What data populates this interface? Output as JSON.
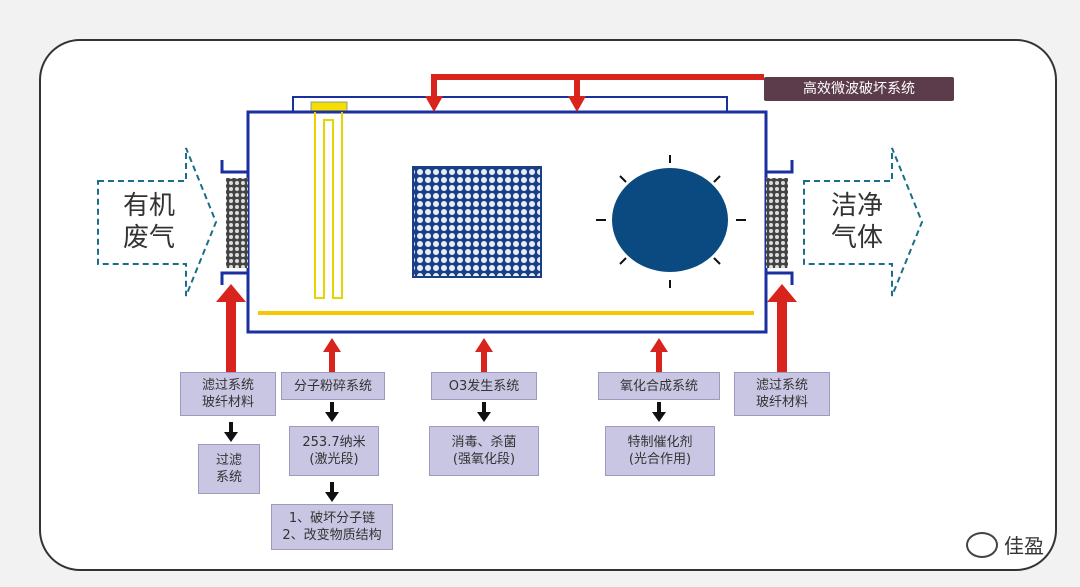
{
  "top_label": "高效微波破坏系统",
  "inlet": [
    "有机",
    "废气"
  ],
  "outlet": [
    "洁净",
    "气体"
  ],
  "boxes": {
    "filter_left": [
      "滤过系统",
      "玻纤材料"
    ],
    "filter_left_sub": [
      "过滤",
      "系统"
    ],
    "molecular": [
      "分子粉碎系统"
    ],
    "molecular_sub1": [
      "253.7纳米",
      "(激光段)"
    ],
    "molecular_sub2": [
      "1、破坏分子链",
      "2、改变物质结构"
    ],
    "ozone": [
      "O3发生系统"
    ],
    "ozone_sub": [
      "消毒、杀菌",
      "(强氧化段)"
    ],
    "oxidation": [
      "氧化合成系统"
    ],
    "oxidation_sub": [
      "特制催化剂",
      "(光合作用)"
    ],
    "filter_right": [
      "滤过系统",
      "玻纤材料"
    ]
  },
  "watermark": "佳盈",
  "colors": {
    "arrow_red": "#d8241c",
    "chamber_blue": "#1a2fa0",
    "lamp_yellow": "#f3e000",
    "catalyst": "#0b4a80",
    "box_fill": "#c9c6e3"
  }
}
